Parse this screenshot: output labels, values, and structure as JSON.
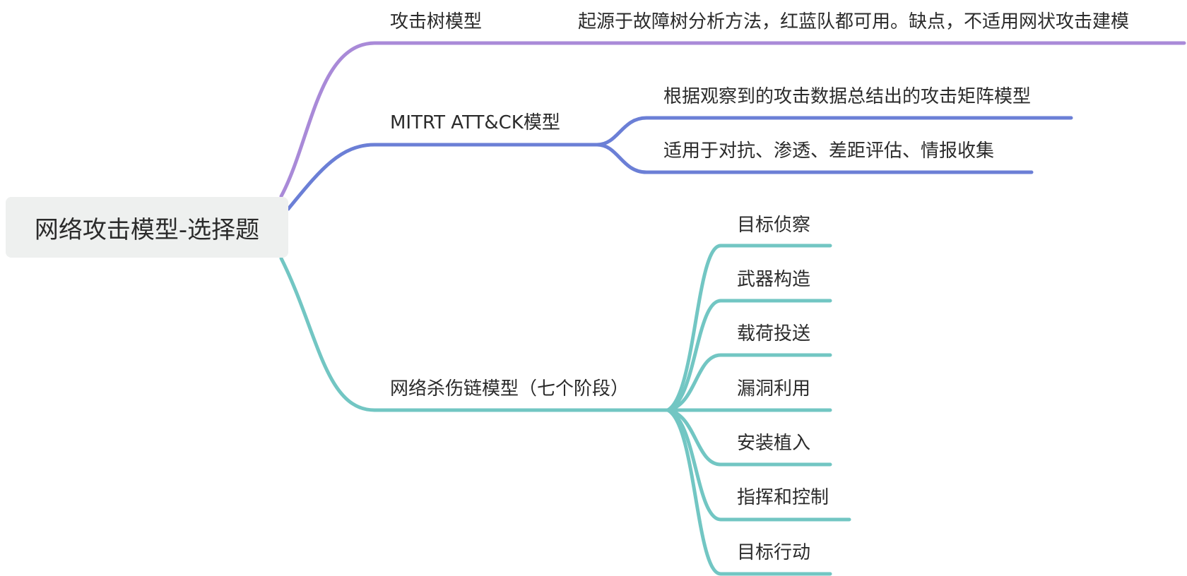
{
  "root": {
    "label": "网络攻击模型-选择题"
  },
  "colors": {
    "branch_attack_tree": "#a98ad8",
    "branch_mitre": "#6b7fd6",
    "branch_kill_chain": "#72c6c3",
    "root_fill": "#eef0ef",
    "text": "#2b2b2b"
  },
  "branches": [
    {
      "label": "攻击树模型",
      "children": [
        {
          "label": "起源于故障树分析方法，红蓝队都可用。缺点，不适用网状攻击建模"
        }
      ]
    },
    {
      "label": "MITRT ATT&CK模型",
      "children": [
        {
          "label": "根据观察到的攻击数据总结出的攻击矩阵模型"
        },
        {
          "label": "适用于对抗、渗透、差距评估、情报收集"
        }
      ]
    },
    {
      "label": "网络杀伤链模型（七个阶段）",
      "children": [
        {
          "label": "目标侦察"
        },
        {
          "label": "武器构造"
        },
        {
          "label": "载荷投送"
        },
        {
          "label": "漏洞利用"
        },
        {
          "label": "安装植入"
        },
        {
          "label": "指挥和控制"
        },
        {
          "label": "目标行动"
        }
      ]
    }
  ]
}
